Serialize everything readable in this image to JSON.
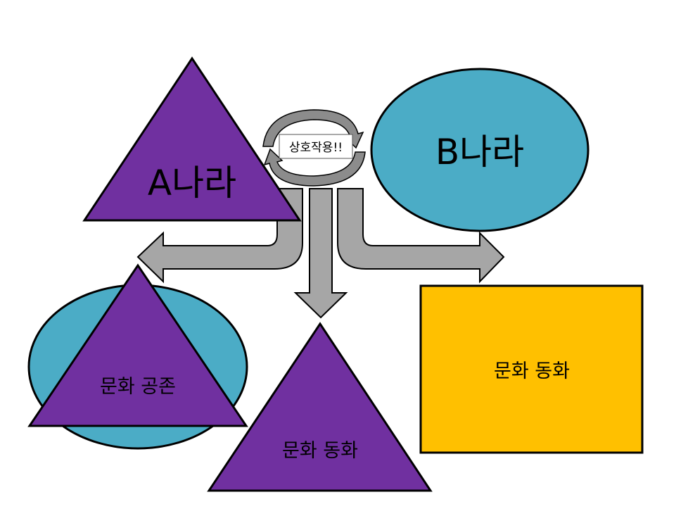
{
  "nodes": {
    "country_a": "A나라",
    "country_b": "B나라",
    "interaction": "상호작용!!",
    "coexistence": "문화 공존",
    "assimilation_center": "문화 동화",
    "assimilation_right": "문화 동화"
  },
  "colors": {
    "purple": "#7030A0",
    "teal": "#4BACC6",
    "gold": "#FFC000",
    "arrow_gray": "#A6A6A6",
    "cycle_gray": "#8C8C8C"
  }
}
